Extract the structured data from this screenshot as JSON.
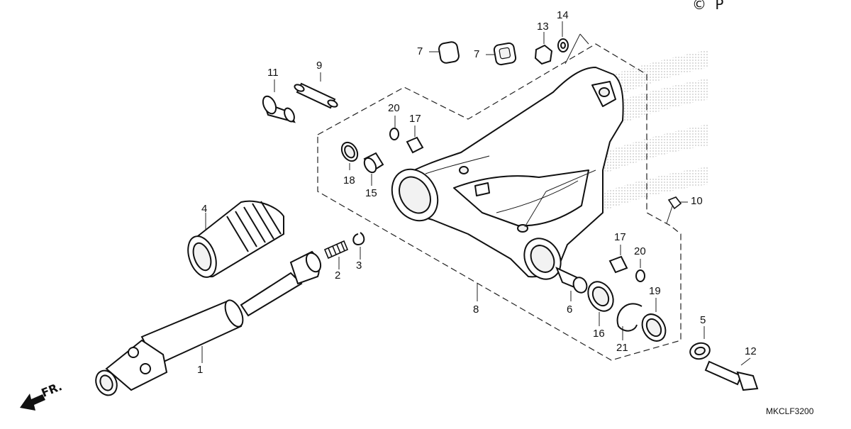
{
  "diagram": {
    "drawing_code": "MKCLF3200",
    "front_label": "FR.",
    "copyright_glyph": "©",
    "copyright_fragment": "P",
    "callouts": [
      "1",
      "2",
      "3",
      "4",
      "5",
      "6",
      "7",
      "7",
      "8",
      "9",
      "10",
      "11",
      "12",
      "13",
      "14",
      "15",
      "16",
      "17",
      "17",
      "18",
      "19",
      "20",
      "20",
      "21"
    ]
  }
}
